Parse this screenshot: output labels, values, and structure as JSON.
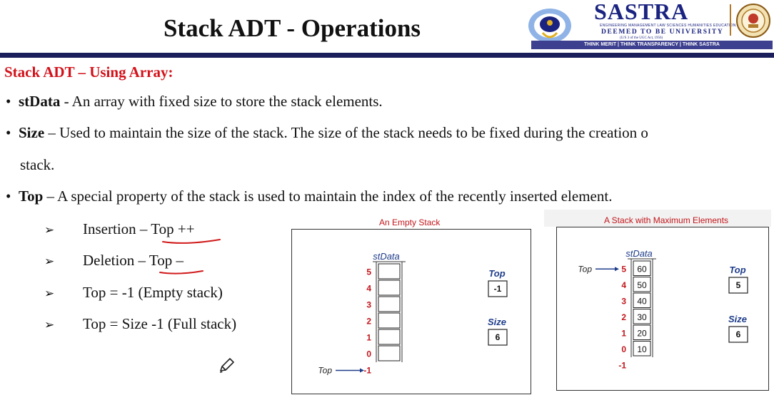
{
  "slide": {
    "title": "Stack ADT - Operations",
    "logo": {
      "brand": "SASTRA",
      "subtitle": "ENGINEERING MANAGEMENT LAW SCIENCES HUMANITIES EDUCATION",
      "deemed": "DEEMED TO BE UNIVERSITY",
      "ugc": "(U/S 3 of the UGC Act, 1956)",
      "tagline": "THINK MERIT | THINK TRANSPARENCY | THINK SASTRA",
      "colors": {
        "navy": "#1a2380",
        "bar": "#3d3f8f",
        "rule": "#1a1e5a"
      }
    },
    "section_heading": "Stack ADT – Using Array:",
    "bullets": [
      {
        "term": "stData",
        "text": " - An array with fixed size to store the stack elements."
      },
      {
        "term": "Size",
        "text": " – Used to maintain the size of the stack. The size of the stack needs to be fixed during the creation o",
        "continuation": "stack."
      },
      {
        "term": "Top",
        "text": " – A special property of the stack is used to maintain the index of the recently inserted element."
      }
    ],
    "sub_points": [
      {
        "marker": "➢",
        "text": "Insertion – Top ++"
      },
      {
        "marker": "➢",
        "text": "Deletion – Top –"
      },
      {
        "marker": "➢",
        "text": "Top = -1 (Empty stack)"
      },
      {
        "marker": "➢",
        "text": "Top = Size -1 (Full stack)"
      }
    ],
    "annotation_color": "#d11a1a"
  },
  "diagrams": {
    "empty": {
      "title": "An Empty Stack",
      "array_label": "stData",
      "indices": [
        "5",
        "4",
        "3",
        "2",
        "1",
        "0",
        "-1"
      ],
      "cells": [
        "",
        "",
        "",
        "",
        "",
        ""
      ],
      "top_label": "Top",
      "top_value": "-1",
      "size_label": "Size",
      "size_value": "6",
      "pointer_label": "Top",
      "pointer_index": "-1"
    },
    "full": {
      "title": "A Stack with Maximum Elements",
      "array_label": "stData",
      "indices": [
        "5",
        "4",
        "3",
        "2",
        "1",
        "0",
        "-1"
      ],
      "cells": [
        "60",
        "50",
        "40",
        "30",
        "20",
        "10"
      ],
      "top_label": "Top",
      "top_value": "5",
      "size_label": "Size",
      "size_value": "6",
      "pointer_label": "Top",
      "pointer_index": "5"
    },
    "colors": {
      "index": "#c2161b",
      "label": "#1f3d8a",
      "title": "#c2161b"
    }
  }
}
